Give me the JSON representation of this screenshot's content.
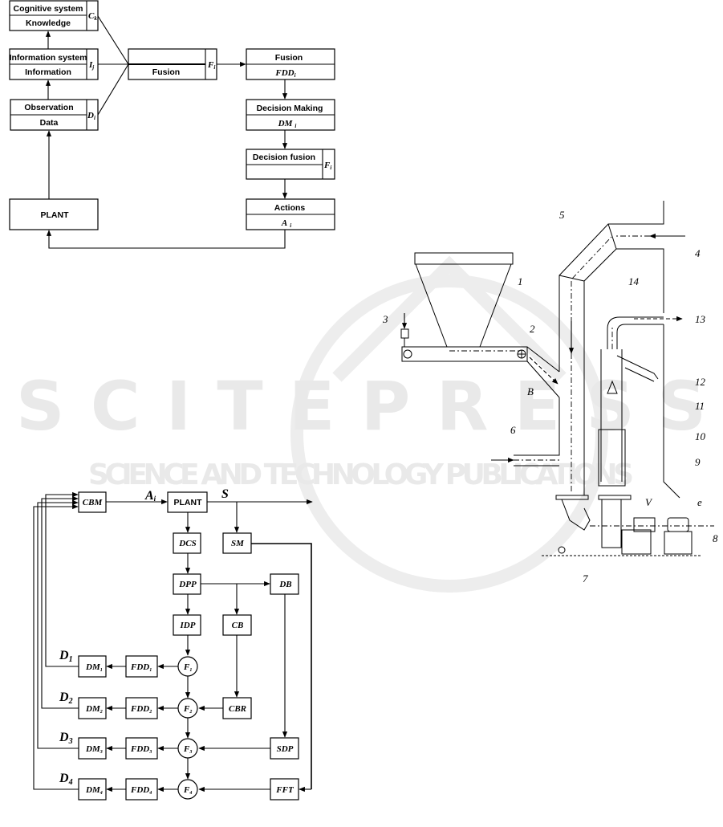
{
  "watermark": {
    "title": "SCITEPRESS",
    "subtitle": "SCIENCE AND TECHNOLOGY PUBLICATIONS"
  },
  "figure1": {
    "cognitive": {
      "top": "Cognitive system",
      "bottom": "Knowledge",
      "side": "C",
      "side_sub": "k"
    },
    "information": {
      "top": "Information system",
      "bottom": "Information",
      "side": "I",
      "side_sub": "j"
    },
    "observation": {
      "top": "Observation",
      "bottom": "Data",
      "side": "D",
      "side_sub": "i"
    },
    "fusion_center": {
      "bottom": "Fusion",
      "side": "F",
      "side_sub": "i"
    },
    "fusion_fdd": {
      "top": "Fusion",
      "bottom": "FDD",
      "bottom_sub": "i"
    },
    "decision_making": {
      "top": "Decision Making",
      "bottom": "DM",
      "bottom_sub": "i"
    },
    "decision_fusion": {
      "top": "Decision fusion",
      "side": "F",
      "side_sub": "i"
    },
    "actions": {
      "top": "Actions",
      "bottom": "A",
      "bottom_sub": "i"
    },
    "plant": "PLANT"
  },
  "figure2": {
    "cbm": "CBM",
    "plant": "PLANT",
    "a_label": "A",
    "a_sub": "i",
    "s_label": "S",
    "dcs": "DCS",
    "sm": "SM",
    "dpp": "DPP",
    "db": "DB",
    "idp": "IDP",
    "cb": "CB",
    "cbr": "CBR",
    "sdp": "SDP",
    "fft": "FFT",
    "rows": [
      {
        "d": "D",
        "n": "1",
        "dm": "DM",
        "fdd": "FDD",
        "f": "F"
      },
      {
        "d": "D",
        "n": "2",
        "dm": "DM",
        "fdd": "FDD",
        "f": "F"
      },
      {
        "d": "D",
        "n": "3",
        "dm": "DM",
        "fdd": "FDD",
        "f": "F"
      },
      {
        "d": "D",
        "n": "4",
        "dm": "DM",
        "fdd": "FDD",
        "f": "F"
      }
    ]
  },
  "figure3": {
    "labels": {
      "l1": "1",
      "l2": "2",
      "l3": "3",
      "l4": "4",
      "l5": "5",
      "l6": "6",
      "l7": "7",
      "l8": "8",
      "l9": "9",
      "l10": "10",
      "l11": "11",
      "l12": "12",
      "l13": "13",
      "l14": "14",
      "lB": "B",
      "lV": "V",
      "le": "e"
    }
  }
}
